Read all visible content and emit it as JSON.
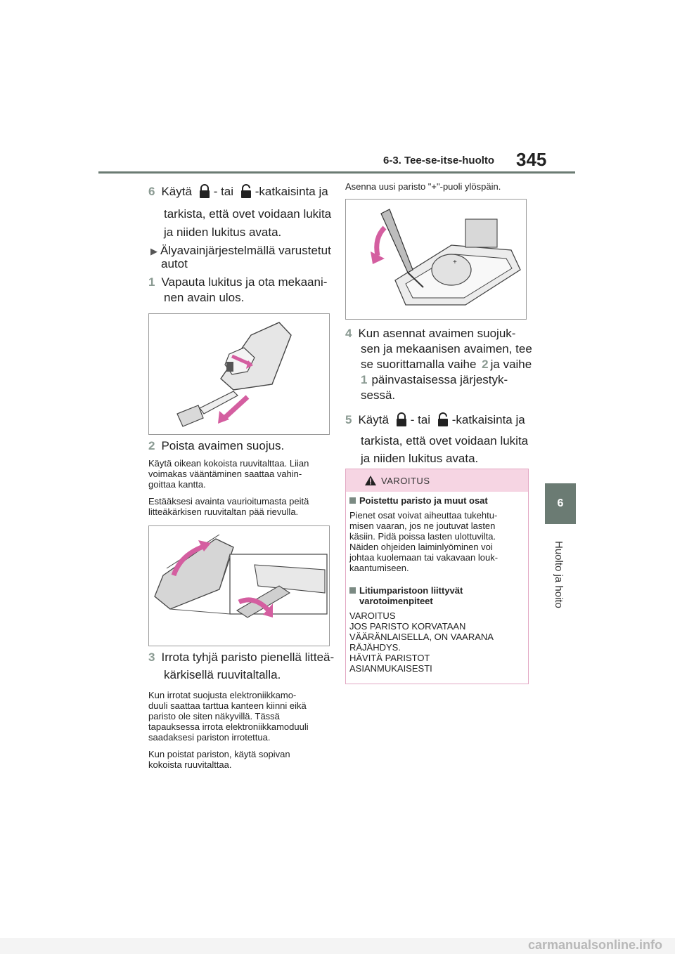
{
  "header": {
    "section": "6-3. Tee-se-itse-huolto",
    "page_number": "345"
  },
  "side_tab": {
    "number": "6",
    "label": "Huolto ja hoito"
  },
  "left": {
    "step6": {
      "num": "6",
      "pre": "Käytä",
      "mid": "- tai",
      "post": "-katkaisinta ja",
      "line2": "tarkista, että ovet voidaan lukita",
      "line3": "ja niiden lukitus avata."
    },
    "bullet": {
      "line1": "Älyavainjärjestelmällä varustetut",
      "line2": "autot"
    },
    "step1": {
      "num": "1",
      "line1": "Vapauta lukitus ja ota mekaani-",
      "line2": "nen avain ulos."
    },
    "step2": {
      "num": "2",
      "text": "Poista avaimen suojus."
    },
    "note2a": [
      "Käytä oikean kokoista ruuvitalttaa. Liian",
      "voimakas vääntäminen saattaa vahin-",
      "goittaa kantta."
    ],
    "note2b": [
      "Estääksesi avainta vaurioitumasta peitä",
      "litteäkärkisen ruuvitaltan pää rievulla."
    ],
    "step3": {
      "num": "3",
      "line1": "Irrota tyhjä paristo pienellä litteä-",
      "line2": "kärkisellä ruuvitaltalla."
    },
    "note3a": [
      "Kun irrotat suojusta elektroniikkamo-",
      "duuli saattaa tarttua kanteen kiinni eikä",
      "paristo ole siten näkyvillä. Tässä",
      "tapauksessa irrota elektroniikkamoduuli",
      "saadaksesi pariston irrotettua."
    ],
    "note3b": [
      "Kun poistat pariston, käytä sopivan",
      "kokoista ruuvitalttaa."
    ]
  },
  "right": {
    "note_top": "Asenna uusi paristo \"+\"-puoli ylöspäin.",
    "step4": {
      "num": "4",
      "line1": "Kun asennat avaimen suojuk-",
      "line2": "sen ja mekaanisen avaimen, tee",
      "line3a": "se suorittamalla vaihe",
      "ref_a": "2",
      "line3b": "ja vaihe",
      "ref_b": "1",
      "line4": "päinvastaisessa järjestyk-",
      "line5": "sessä."
    },
    "step5": {
      "num": "5",
      "pre": "Käytä",
      "mid": "- tai",
      "post": "-katkaisinta ja",
      "line2": "tarkista, että ovet voidaan lukita",
      "line3": "ja niiden lukitus avata."
    }
  },
  "warning": {
    "title": "VAROITUS",
    "h1": "Poistettu paristo ja muut osat",
    "t1": [
      "Pienet osat voivat aiheuttaa tukehtu-",
      "misen vaaran, jos ne joutuvat lasten",
      "käsiin. Pidä poissa lasten ulottuvilta.",
      "Näiden ohjeiden laiminlyöminen voi",
      "johtaa kuolemaan tai vakavaan louk-",
      "kaantumiseen."
    ],
    "h2a": "Litiumparistoon liittyvät",
    "h2b": "varotoimenpiteet",
    "t2": [
      "VAROITUS",
      "JOS PARISTO KORVATAAN",
      "VÄÄRÄNLAISELLA, ON VAARANA",
      "RÄJÄHDYS.",
      "HÄVITÄ PARISTOT",
      "ASIANMUKAISESTI"
    ]
  },
  "footer": {
    "watermark": "carmanualsonline.info"
  },
  "colors": {
    "accent": "#6b7b73",
    "step_number": "#8a9a92",
    "arrow": "#d45ea0",
    "warning_fill": "#f6d5e3",
    "warning_border": "#e3a9c4"
  }
}
